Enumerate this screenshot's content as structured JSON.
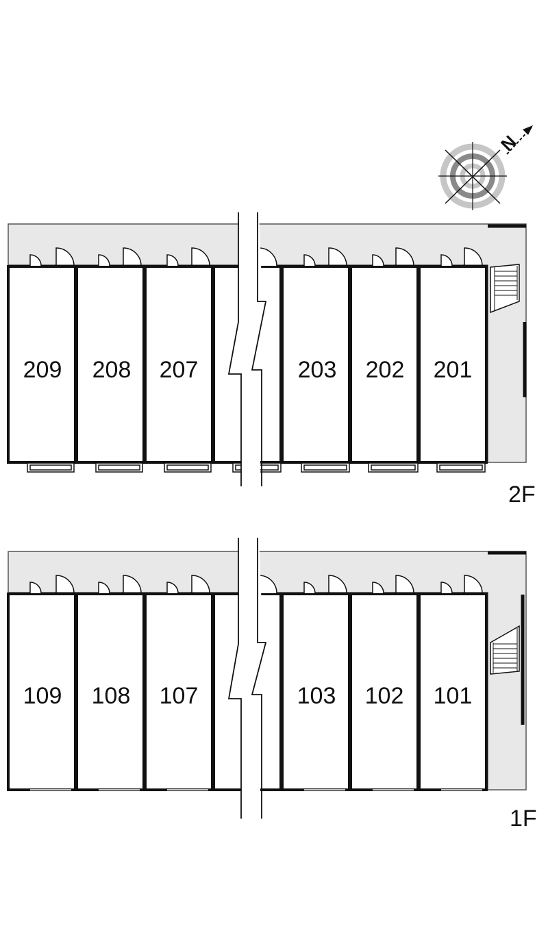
{
  "compass": {
    "north_letter": "N"
  },
  "floors": [
    {
      "id": "2F",
      "label": "2F",
      "units": [
        "209",
        "208",
        "207",
        "",
        "203",
        "202",
        "201"
      ]
    },
    {
      "id": "1F",
      "label": "1F",
      "units": [
        "109",
        "108",
        "107",
        "",
        "103",
        "102",
        "101"
      ]
    }
  ],
  "colors": {
    "corridor": "#e8e8e8",
    "wall": "#111111",
    "compass_ring_dark": "#8a8a8a",
    "compass_ring_light": "#c6c6c6"
  }
}
